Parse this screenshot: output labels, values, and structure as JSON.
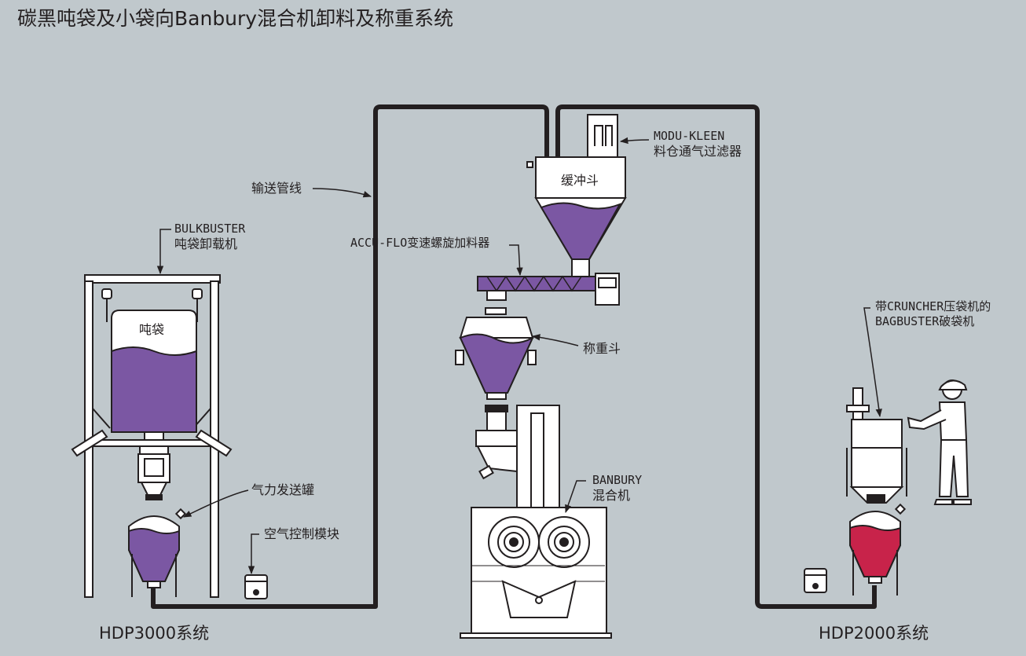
{
  "title": "碳黑吨袋及小袋向Banbury混合机卸料及称重系统",
  "colors": {
    "background": "#c0c8cc",
    "material_purple": "#7b57a3",
    "material_red": "#c8234a",
    "line": "#231f20",
    "equipment": "#ffffff"
  },
  "labels": {
    "conveying_line": "输送管线",
    "bulkbuster_en": "BULKBUSTER",
    "bulkbuster_cn": "吨袋卸载机",
    "bulk_bag": "吨袋",
    "pneumatic_tank": "气力发送罐",
    "air_control": "空气控制模块",
    "accu_flo": "ACCU-FLO变速螺旋加料器",
    "modu_kleen_en": "MODU-KLEEN",
    "modu_kleen_cn": "料仓通气过滤器",
    "buffer_hopper": "缓冲斗",
    "weigh_hopper": "称重斗",
    "banbury_en": "BANBURY",
    "banbury_cn": "混合机",
    "bagbuster_line1": "带CRUNCHER压袋机的",
    "bagbuster_line2": "BAGBUSTER破袋机"
  },
  "systems": {
    "hdp3000": "HDP3000系统",
    "hdp2000": "HDP2000系统"
  }
}
